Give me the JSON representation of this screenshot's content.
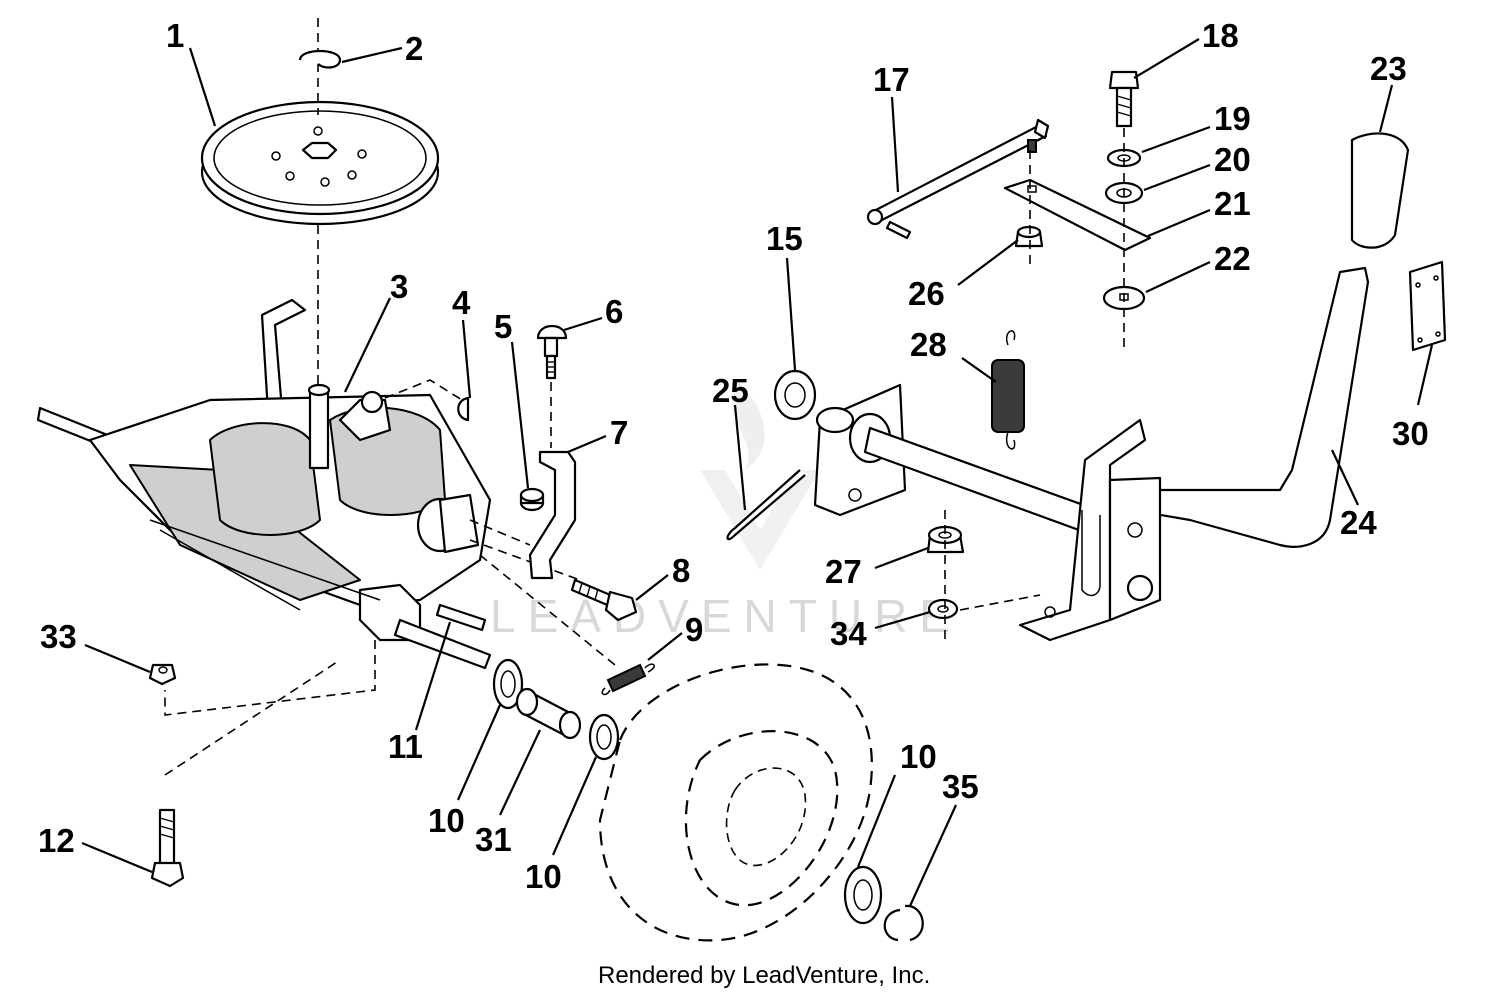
{
  "diagram": {
    "callouts": {
      "c1": "1",
      "c2": "2",
      "c3": "3",
      "c4": "4",
      "c5": "5",
      "c6": "6",
      "c7": "7",
      "c8": "8",
      "c9": "9",
      "c10a": "10",
      "c10b": "10",
      "c10c": "10",
      "c11": "11",
      "c12": "12",
      "c15": "15",
      "c17": "17",
      "c18": "18",
      "c19": "19",
      "c20": "20",
      "c21": "21",
      "c22": "22",
      "c23": "23",
      "c24": "24",
      "c25": "25",
      "c26": "26",
      "c27": "27",
      "c28": "28",
      "c30": "30",
      "c31": "31",
      "c33": "33",
      "c34": "34",
      "c35": "35"
    },
    "watermark": "LEADVENTURE",
    "footer": "Rendered by LeadVenture, Inc."
  }
}
